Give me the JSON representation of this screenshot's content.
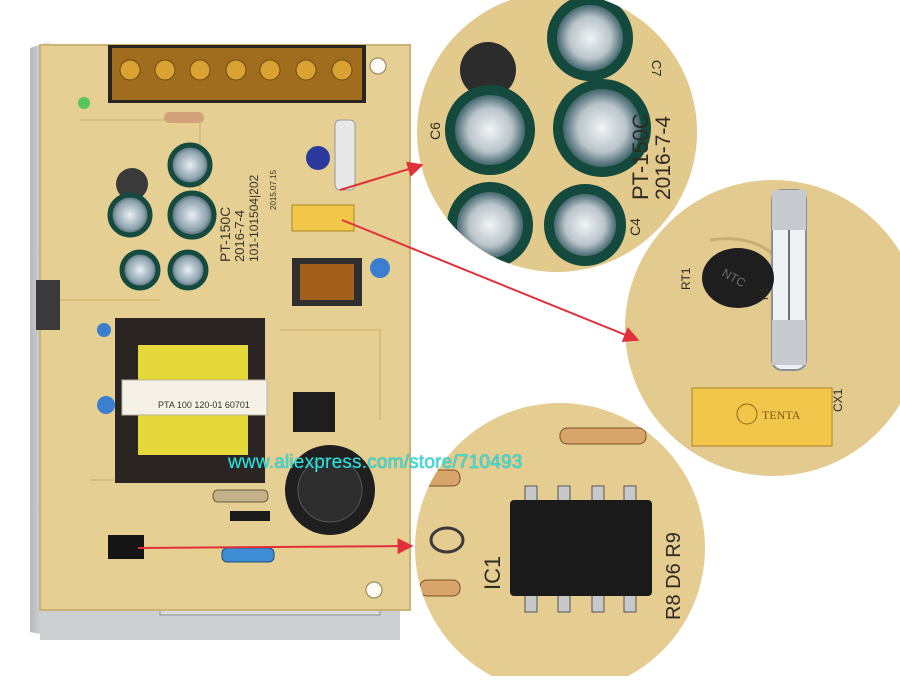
{
  "watermark": {
    "text": "www.aliexpress.com/store/710493"
  },
  "board": {
    "model_text_1": "PT-150C",
    "model_text_2": "2016-7-4",
    "model_text_3": "101-101504|202",
    "date_small": "2015.07.15",
    "transformer_label": "PTA 100 120-01 60701"
  },
  "zoom_capacitors": {
    "model": "PT-150C",
    "date": "2016-7-4",
    "labels": [
      "C7",
      "C4",
      "C6"
    ]
  },
  "zoom_fuse": {
    "labels": [
      "RT1",
      "F1"
    ],
    "x_cap_brand": "TENTA",
    "x_cap_series": "CX1"
  },
  "zoom_ic": {
    "ic_label": "IC1",
    "pin_labels": "R8 D6 R9"
  },
  "colors": {
    "pcb": "#e6cf92",
    "watermark": "#31e2df",
    "arrow": "#e0303a",
    "heatsink": "#c9ccd0"
  },
  "icons": [
    "arrow-icon",
    "capacitor-icon",
    "fuse-icon",
    "ic-chip-icon"
  ]
}
